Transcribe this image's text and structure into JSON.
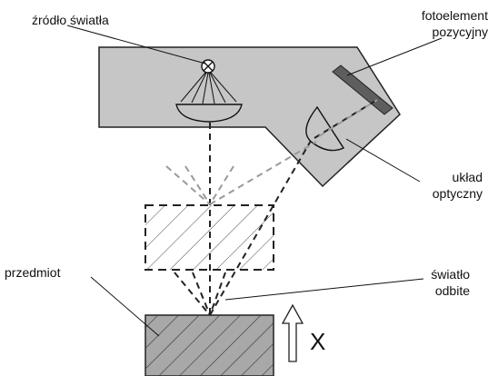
{
  "labels": {
    "light_source": "źródło światła",
    "photo_element_line1": "fotoelement",
    "photo_element_line2": "pozycyjny",
    "optical_system_line1": "układ",
    "optical_system_line2": "optyczny",
    "object": "przedmiot",
    "reflected_light_line1": "światło",
    "reflected_light_line2": "odbite",
    "axis_x": "X"
  },
  "colors": {
    "housing_fill": "#c6c6c6",
    "object_fill": "#a8a8a8",
    "photo_element": "#5e5e5e",
    "beam_dark": "#222222",
    "beam_light": "#9a9a9a",
    "arrow_fill": "#ffffff"
  }
}
